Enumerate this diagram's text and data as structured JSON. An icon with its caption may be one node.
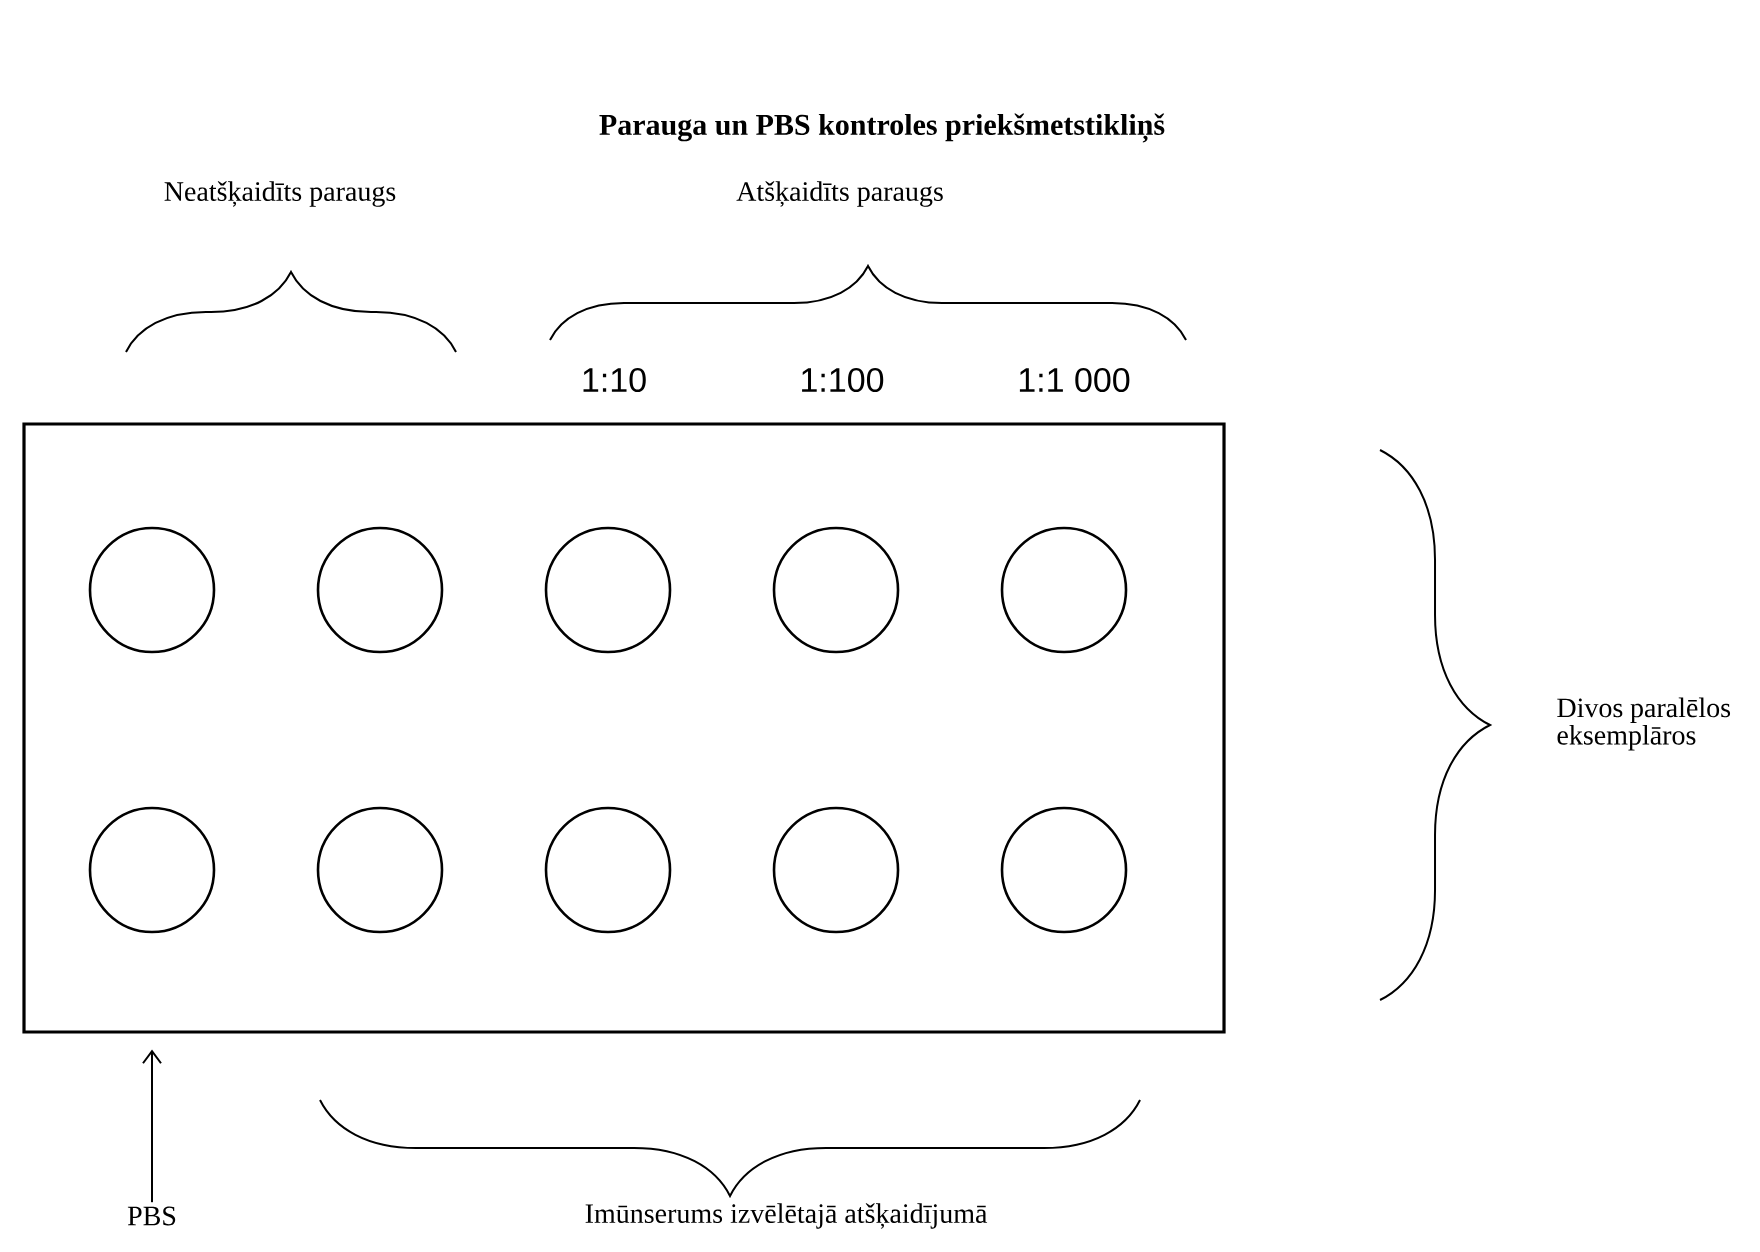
{
  "diagram": {
    "title": "Parauga un PBS kontroles priekšmetstikliņš",
    "nodes": [
      {
        "text": [],
        "shape": "box"
      },
      {
        "text": [],
        "shape": "circle",
        "in": 0
      },
      {
        "text": [],
        "shape": "circle",
        "in": 0
      },
      {
        "text": [],
        "shape": "circle",
        "in": 0
      },
      {
        "text": [],
        "shape": "circle",
        "in": 0
      },
      {
        "text": [],
        "shape": "circle",
        "in": 0
      },
      {
        "text": [],
        "shape": "circle",
        "in": 0
      },
      {
        "text": [],
        "shape": "circle",
        "in": 0
      },
      {
        "text": [],
        "shape": "circle",
        "in": 0
      },
      {
        "text": [],
        "shape": "circle",
        "in": 0
      },
      {
        "text": [],
        "shape": "circle",
        "in": 0
      },
      {
        "text": [
          "PBS"
        ]
      }
    ],
    "edges": [
      {
        "from": 11,
        "to": 0,
        "arrow": "to"
      }
    ],
    "labels": [
      "Neatšķaidīts paraugs",
      "Atšķaidīts paraugs",
      "1:10",
      "1:100",
      "1:1 000",
      "Divos paralēlos eksemplāros",
      "Imūnserums izvēlētajā atšķaidījumā"
    ]
  }
}
